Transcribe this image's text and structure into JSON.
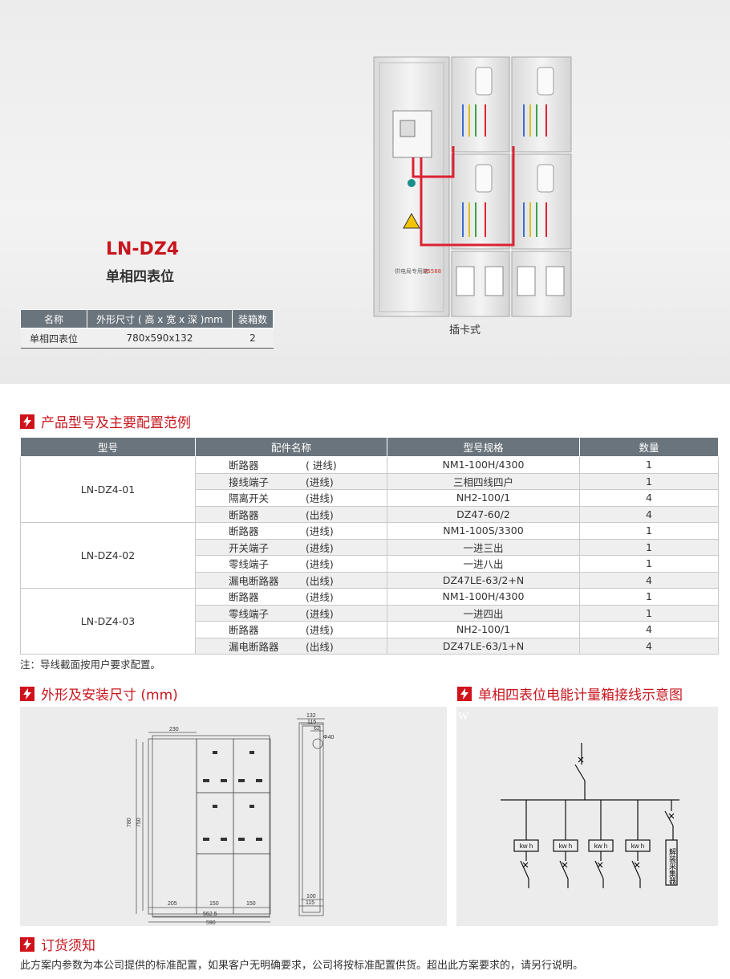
{
  "header": {
    "model": "LN-DZ4",
    "subtitle": "单相四表位",
    "caption": "插卡式"
  },
  "spec_table": {
    "headers": [
      "名称",
      "外形尺寸 ( 高 x 宽 x 深 )mm",
      "装箱数"
    ],
    "row": [
      "单相四表位",
      "780x590x132",
      "2"
    ]
  },
  "product_image": {
    "panel_label": "供电局专用箱",
    "panel_code": "95588"
  },
  "config_section": {
    "title": "产品型号及主要配置范例",
    "headers": [
      "型号",
      "配件名称",
      "型号规格",
      "数量"
    ],
    "groups": [
      {
        "model": "LN-DZ4-01",
        "items": [
          {
            "name": "断路器",
            "role": "( 进线)",
            "spec": "NM1-100H/4300",
            "qty": "1"
          },
          {
            "name": "接线端子",
            "role": "(进线)",
            "spec": "三相四线四户",
            "qty": "1"
          },
          {
            "name": "隔离开关",
            "role": "(进线)",
            "spec": "NH2-100/1",
            "qty": "4"
          },
          {
            "name": "断路器",
            "role": "(出线)",
            "spec": "DZ47-60/2",
            "qty": "4"
          }
        ]
      },
      {
        "model": "LN-DZ4-02",
        "items": [
          {
            "name": "断路器",
            "role": "(进线)",
            "spec": "NM1-100S/3300",
            "qty": "1"
          },
          {
            "name": "开关端子",
            "role": "(进线)",
            "spec": "一进三出",
            "qty": "1"
          },
          {
            "name": "零线端子",
            "role": "(进线)",
            "spec": "一进八出",
            "qty": "1"
          },
          {
            "name": "漏电断路器",
            "role": "(出线)",
            "spec": "DZ47LE-63/2+N",
            "qty": "4"
          }
        ]
      },
      {
        "model": "LN-DZ4-03",
        "items": [
          {
            "name": "断路器",
            "role": "(进线)",
            "spec": "NM1-100H/4300",
            "qty": "1"
          },
          {
            "name": "零线端子",
            "role": "(进线)",
            "spec": "一进四出",
            "qty": "1"
          },
          {
            "name": "断路器",
            "role": "(进线)",
            "spec": "NH2-100/1",
            "qty": "4"
          },
          {
            "name": "漏电断路器",
            "role": "(出线)",
            "spec": "DZ47LE-63/1+N",
            "qty": "4"
          }
        ]
      }
    ],
    "note": "注：导线截面按用户要求配置。"
  },
  "dimension_section": {
    "title": "外形及安装尺寸 (mm)",
    "labels": {
      "top_230": "230",
      "h780": "780",
      "h750": "750",
      "b205": "205",
      "b150a": "150",
      "b150b": "150",
      "b562": "562.5",
      "b590": "590",
      "s132": "132",
      "s115": "115",
      "s62": "62",
      "phi": "Φ40",
      "s100": "100",
      "s115b": "115"
    }
  },
  "wiring_section": {
    "title": "单相四表位电能计量箱接线示意图",
    "meter_label": "kw h",
    "collector_label": "解装采集器",
    "corner_mark": "W"
  },
  "order_section": {
    "title": "订货须知",
    "text": "此方案内参数为本公司提供的标准配置，如果客户无明确要求，公司将按标准配置供货。超出此方案要求的，请另行说明。"
  },
  "colors": {
    "accent": "#c8161e",
    "table_header": "#6a747c",
    "panel_bg": "#ececec"
  }
}
